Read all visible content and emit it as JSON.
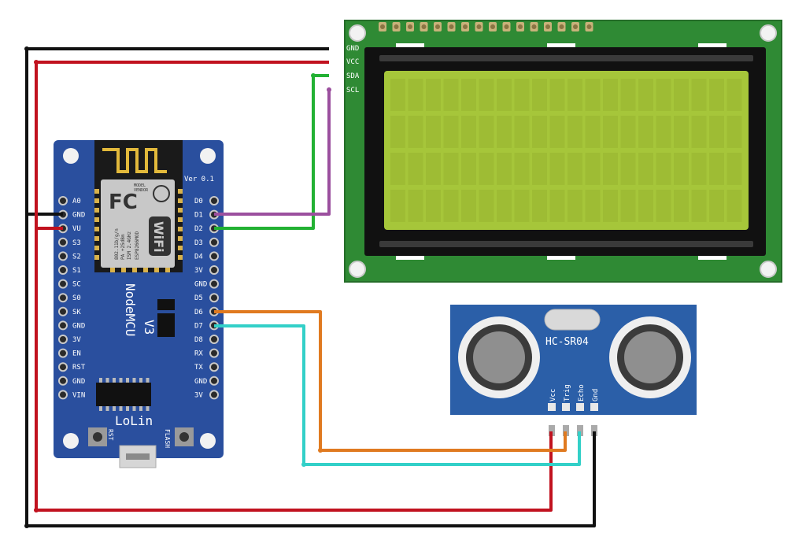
{
  "colors": {
    "nodemcu_board": "#2a4f9e",
    "lcd_board": "#2f8a34",
    "lcd_screen": "#a6c63a",
    "sensor_board": "#2b5fa8",
    "wire_black": "#111111",
    "wire_red": "#c1121f",
    "wire_purple": "#9b4f9e",
    "wire_green": "#22b133",
    "wire_orange": "#e07a20",
    "wire_cyan": "#33d0c8"
  },
  "nodemcu": {
    "version": "Ver 0.1",
    "name_line1": "NodeMCU",
    "name_line2": "V3",
    "brand": "LoLin",
    "rst_label": "RST",
    "flash_label": "FLASH",
    "wifi_logo": "WiFi",
    "fc_logo": "FC",
    "module_text": [
      "MODEL",
      "VENDOR",
      "ISM 2.4GHz",
      "PA +25dBm",
      "802.11b/g/n"
    ],
    "module_id": "ESP8266MOD",
    "left_pins": [
      "A0",
      "GND",
      "VU",
      "S3",
      "S2",
      "S1",
      "SC",
      "S0",
      "SK",
      "GND",
      "3V",
      "EN",
      "RST",
      "GND",
      "VIN"
    ],
    "right_pins": [
      "D0",
      "D1",
      "D2",
      "D3",
      "D4",
      "3V",
      "GND",
      "D5",
      "D6",
      "D7",
      "D8",
      "RX",
      "TX",
      "GND",
      "3V"
    ]
  },
  "lcd": {
    "pins": [
      "GND",
      "VCC",
      "SDA",
      "SCL"
    ]
  },
  "sensor": {
    "model": "HC-SR04",
    "pins": [
      "Vcc",
      "Trig",
      "Echo",
      "Gnd"
    ]
  }
}
